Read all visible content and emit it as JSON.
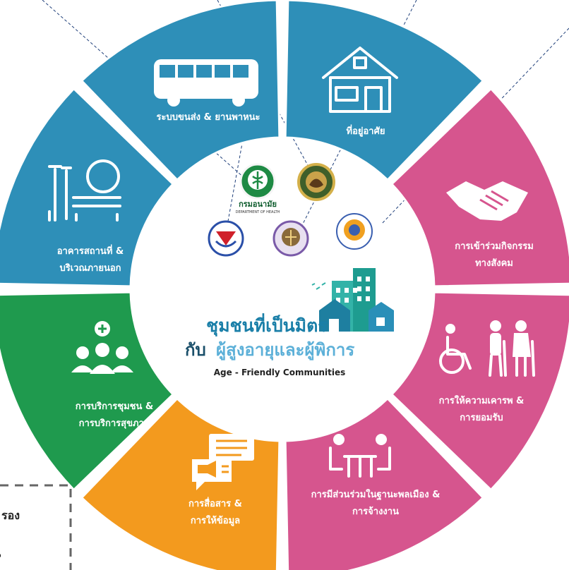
{
  "center": {
    "title_line1": "ชุมชนที่เป็นมิตร",
    "title_prefix": "กับ",
    "title_line2": "ผู้สูงอายุและผู้พิการ",
    "subtitle_en": "Age - Friendly Communities"
  },
  "segments": [
    {
      "label_lines": [
        "ระบบขนส่ง & ยานพาหนะ"
      ],
      "color": "#2e8fb8",
      "icon": "bus-icon"
    },
    {
      "label_lines": [
        "ที่อยู่อาศัย"
      ],
      "color": "#2e8fb8",
      "icon": "house-icon"
    },
    {
      "label_lines": [
        "การเข้าร่วมกิจกรรม",
        "ทางสังคม"
      ],
      "color": "#d6558e",
      "icon": "handshake-icon"
    },
    {
      "label_lines": [
        "การให้ความเคารพ &",
        "การยอมรับ"
      ],
      "color": "#d6558e",
      "icon": "elderly-disabled-icon"
    },
    {
      "label_lines": [
        "การมีส่วนร่วมในฐานะพลเมือง &",
        "การจ้างงาน"
      ],
      "color": "#d6558e",
      "icon": "meeting-table-icon"
    },
    {
      "label_lines": [
        "การสื่อสาร &",
        "การให้ข้อมูล"
      ],
      "color": "#f39a1e",
      "icon": "megaphone-chat-icon"
    },
    {
      "label_lines": [
        "การบริการชุมชน &",
        "การบริการสุขภาพ"
      ],
      "color": "#1f9a4e",
      "icon": "community-health-icon"
    },
    {
      "label_lines": [
        "อาคารสถานที่ &",
        "บริเวณภายนอก"
      ],
      "color": "#2e8fb8",
      "icon": "park-bench-icon"
    }
  ],
  "logos": [
    {
      "icon": "ministry-public-health-logo",
      "caption": "กรมอนามัย",
      "caption_en": "DEPARTMENT OF HEALTH"
    },
    {
      "icon": "agency-seal-logo-1",
      "caption": ""
    },
    {
      "icon": "agency-seal-logo-2",
      "caption": ""
    },
    {
      "icon": "agency-seal-logo-3",
      "caption": ""
    },
    {
      "icon": "agency-seal-logo-4",
      "caption": ""
    }
  ],
  "note": {
    "text_line1": "รอง",
    "text_line2": "ุ"
  }
}
